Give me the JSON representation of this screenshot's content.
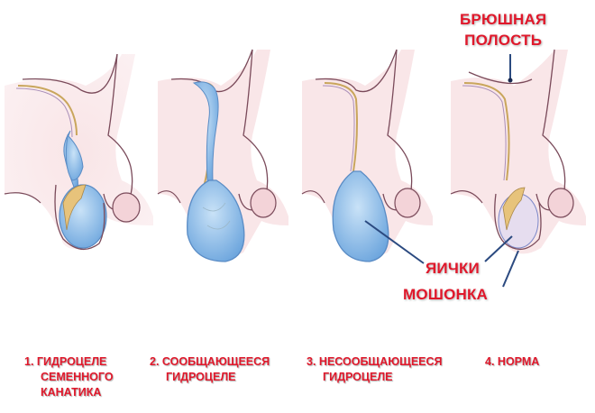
{
  "labels": {
    "abdominal_cavity": [
      "БРЮШНАЯ",
      "ПОЛОСТЬ"
    ],
    "testicles": "ЯИЧКИ",
    "scrotum": "МОШОНКА"
  },
  "panels": [
    {
      "number": "1.",
      "caption": [
        "ГИДРОЦЕЛЕ",
        "СЕМЕННОГО",
        "КАНАТИКА"
      ],
      "type": "cord-hydrocele"
    },
    {
      "number": "2.",
      "caption": [
        "СООБЩАЮЩЕЕСЯ",
        "ГИДРОЦЕЛЕ"
      ],
      "type": "communicating-hydrocele"
    },
    {
      "number": "3.",
      "caption": [
        "НЕСООБЩАЮЩЕЕСЯ",
        "ГИДРОЦЕЛЕ"
      ],
      "type": "non-communicating-hydrocele"
    },
    {
      "number": "4.",
      "caption": [
        "НОРМА"
      ],
      "type": "normal"
    }
  ],
  "colors": {
    "label_red": "#e0182b",
    "skin": "#f6dde0",
    "outline": "#7a4a5a",
    "fluid_blue": "#8fc0ea",
    "pointer_line": "#2b4a80"
  }
}
